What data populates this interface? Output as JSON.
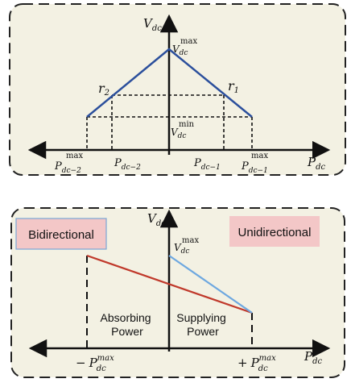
{
  "colors": {
    "panel_fill": "#f3f1e3",
    "border": "#222222",
    "droop_line": "#2b4f9c",
    "bidirectional_line": "#c0392b",
    "unidirectional_line": "#6ea8e0",
    "bidirectional_box_fill": "#f3c7c7",
    "bidirectional_box_border": "#7aa6d6",
    "unidirectional_box_fill": "#f3c7c7"
  },
  "top": {
    "y_axis": {
      "base": "V",
      "sub": "dc"
    },
    "x_axis": {
      "base": "P",
      "sub": "dc"
    },
    "vmax": {
      "base": "V",
      "sub": "dc",
      "sup": "max"
    },
    "vmin": {
      "base": "V",
      "sub": "dc",
      "sup": "min"
    },
    "r1": {
      "base": "r",
      "sub": "1"
    },
    "r2": {
      "base": "r",
      "sub": "2"
    },
    "ticks": {
      "pmax_neg": {
        "base": "P",
        "sub": "dc−2",
        "sup": "max"
      },
      "p_neg": {
        "base": "P",
        "sub": "dc−2"
      },
      "p_pos": {
        "base": "P",
        "sub": "dc−1"
      },
      "pmax_pos": {
        "base": "P",
        "sub": "dc−1",
        "sup": "max"
      }
    }
  },
  "bottom": {
    "y_axis": {
      "base": "V",
      "sub": "dc"
    },
    "x_axis": {
      "base": "P",
      "sub": "dc"
    },
    "vmax": {
      "base": "V",
      "sub": "dc",
      "sup": "max"
    },
    "bidirectional_label": "Bidirectional",
    "unidirectional_label": "Unidirectional",
    "absorbing": [
      "Absorbing",
      "Power"
    ],
    "supplying": [
      "Supplying",
      "Power"
    ],
    "pmax_neg": {
      "prefix": "−",
      "base": "P",
      "sub": "dc",
      "sup": "max"
    },
    "pmax_pos": {
      "prefix": "+",
      "base": "P",
      "sub": "dc",
      "sup": "max"
    }
  }
}
